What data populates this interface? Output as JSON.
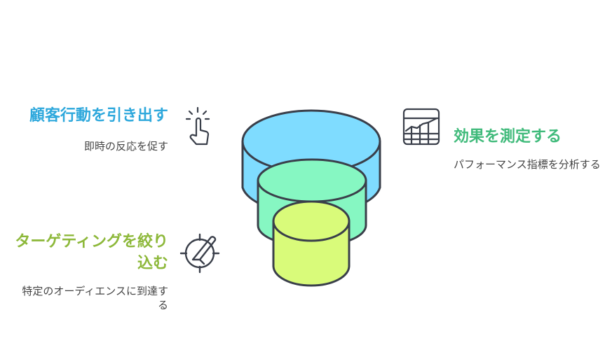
{
  "colors": {
    "action_title": "#2ea8dc",
    "target_title": "#8db83a",
    "measure_title": "#3fba7a",
    "layer_top": "#7fdcff",
    "layer_mid": "#86f7c2",
    "layer_bottom": "#d9fb7a",
    "outline": "#3a3f4a"
  },
  "sections": {
    "action": {
      "title": "顧客行動を引き出す",
      "description": "即時の反応を促す",
      "icon": "tap-hand-icon"
    },
    "target": {
      "title": "ターゲティングを絞り込む",
      "description": "特定のオーディエンスに到達する",
      "icon": "crosshair-knife-icon"
    },
    "measure": {
      "title": "効果を測定する",
      "description": "パフォーマンス指標を分析する",
      "icon": "line-chart-icon"
    }
  }
}
